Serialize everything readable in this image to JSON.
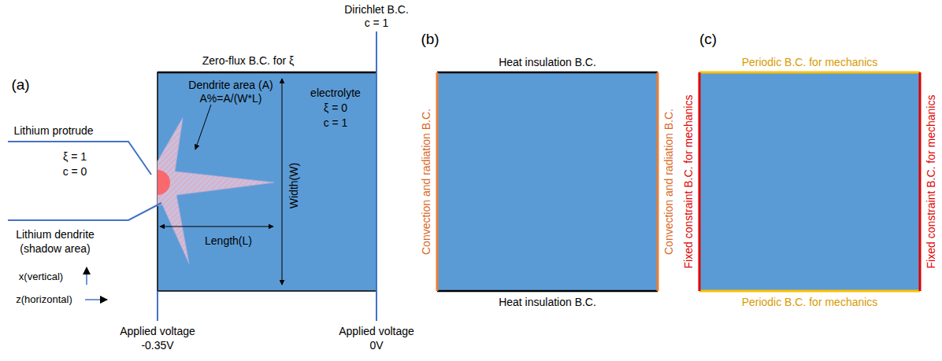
{
  "diagram": {
    "labels": [
      "(a)",
      "Zero-flux B.C. for ξ",
      "Dirichlet B.C.",
      "c = 1",
      "Dendrite area (A)",
      "A%=A/(W*L)",
      "electrolyte",
      "ξ = 0",
      "c = 1",
      "Lithium protrude",
      "ξ = 1",
      "c = 0",
      "Width(W)",
      "Lithium dendrite",
      "(shadow area)",
      "Length(L)",
      "x(vertical)",
      "z(horizontal)",
      "Applied voltage",
      "-0.35V",
      "Applied voltage",
      "0V",
      "(b)",
      "Heat insulation B.C.",
      "Convection and radiation B.C.",
      "Convection and radiation B.C.",
      "Heat insulation B.C.",
      "(c)",
      "Periodic B.C. for mechanics",
      "Fixed constraint B.C. for mechanics",
      "Fixed constraint B.C. for mechanics",
      "Periodic B.C. for mechanics"
    ]
  }
}
